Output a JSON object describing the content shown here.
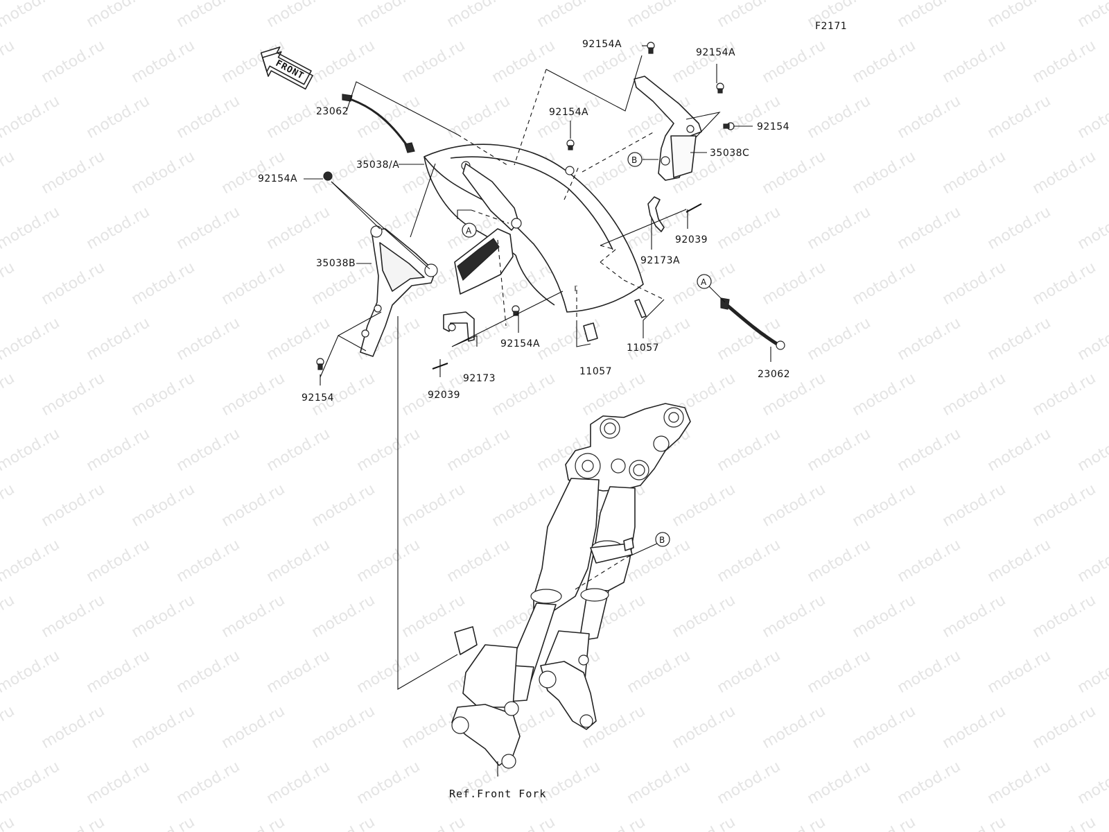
{
  "figure_code": "F2171",
  "watermark": "motod.ru",
  "front_arrow_label": "FRONT",
  "ref_label": "Ref.Front Fork",
  "part_labels": {
    "p_23062_top": "23062",
    "p_23062_right": "23062",
    "p_35038A": "35038/A",
    "p_35038B": "35038B",
    "p_35038C": "35038C",
    "p_92154A_left": "92154A",
    "p_92154A_top_center": "92154A",
    "p_92154A_top": "92154A",
    "p_92154A_right_top": "92154A",
    "p_92154A_bottom": "92154A",
    "p_92154_right": "92154",
    "p_92154_bottom": "92154",
    "p_92039_right": "92039",
    "p_92039_bottom": "92039",
    "p_92173A": "92173A",
    "p_92173": "92173",
    "p_11057_right": "11057",
    "p_11057_bottom": "11057"
  },
  "callouts": {
    "a1": "A",
    "a2": "A",
    "b1": "B",
    "b2": "B"
  }
}
